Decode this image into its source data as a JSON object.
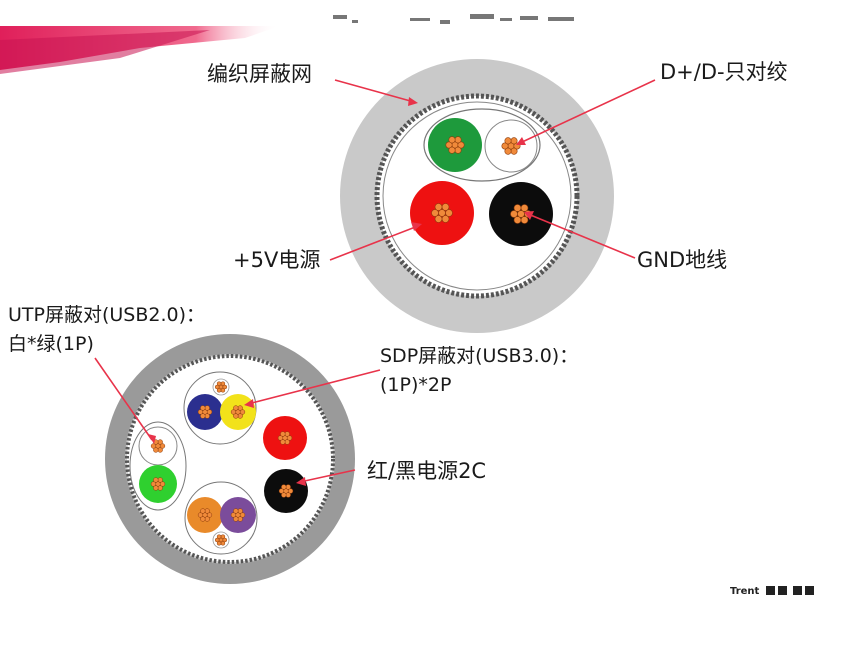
{
  "top_cable": {
    "labels": {
      "braid_shield": "编织屏蔽网",
      "data_pair": "D+/D-只对绞",
      "power": "+5V电源",
      "ground": "GND地线"
    },
    "colors": {
      "jacket": "#c9c9c9",
      "green": "#1e9a3c",
      "red": "#ee1111",
      "black": "#0c0c0c",
      "white": "#ffffff",
      "copper": "#f08a3a"
    }
  },
  "bottom_cable": {
    "labels": {
      "utp_line1": "UTP屏蔽对(USB2.0)：",
      "utp_line2": "白*绿(1P)",
      "sdp_line1": "SDP屏蔽对(USB3.0)：",
      "sdp_line2": "(1P)*2P",
      "power": "红/黑电源2C"
    },
    "colors": {
      "jacket": "#9a9a9a",
      "blue": "#2b2f8f",
      "yellow": "#f2e21a",
      "red": "#ee1111",
      "black": "#0c0c0c",
      "green": "#2fd02f",
      "orange": "#e98a2a",
      "purple": "#7b4c9b",
      "white": "#ffffff"
    }
  },
  "footer": {
    "brand": "Trent"
  },
  "colors": {
    "arrow": "#e8334a",
    "banner": "#e01f5a"
  }
}
